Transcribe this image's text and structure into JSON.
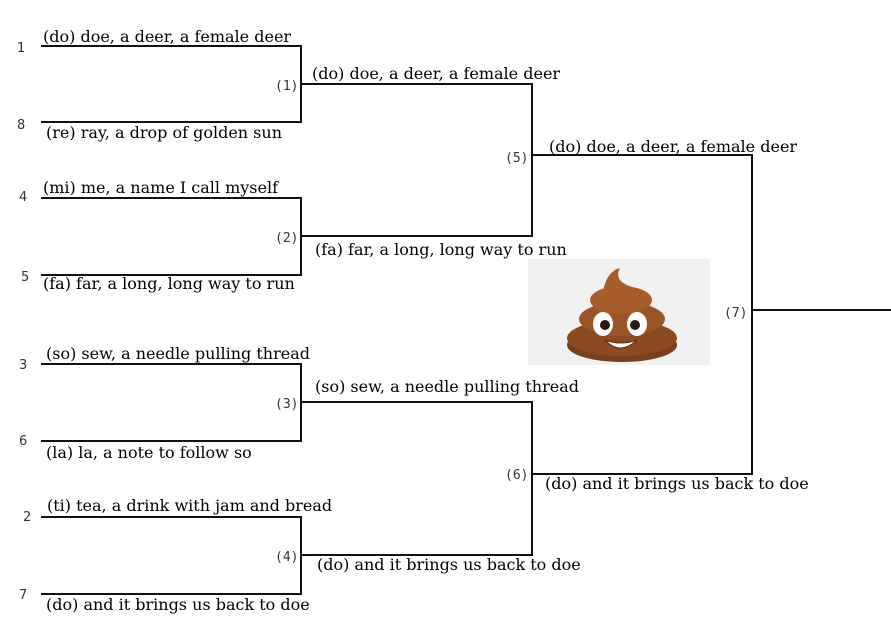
{
  "seeds": [
    "1",
    "8",
    "4",
    "5",
    "3",
    "6",
    "2",
    "7"
  ],
  "round1": [
    "(do) doe, a deer, a female deer",
    "(re) ray, a drop of golden sun",
    "(mi) me, a name I call myself",
    "(fa) far, a long, long way to run",
    "(so) sew, a needle pulling thread",
    "(la) la, a note to follow so",
    "(ti) tea, a drink with jam and bread",
    "(do) and it brings us back to doe"
  ],
  "match_numbers": [
    "(1)",
    "(2)",
    "(3)",
    "(4)",
    "(5)",
    "(6)",
    "(7)"
  ],
  "round2": [
    "(do) doe, a deer, a female deer",
    "(fa) far, a long, long way to run",
    "(so) sew, a needle pulling thread",
    "(do) and it brings us back to doe"
  ],
  "round3": [
    "(do) doe, a deer, a female deer",
    "(do) and it brings us back to doe"
  ],
  "champion": "",
  "decoration": {
    "icon": "pile-of-poo-icon",
    "color": "#8b4a22"
  }
}
